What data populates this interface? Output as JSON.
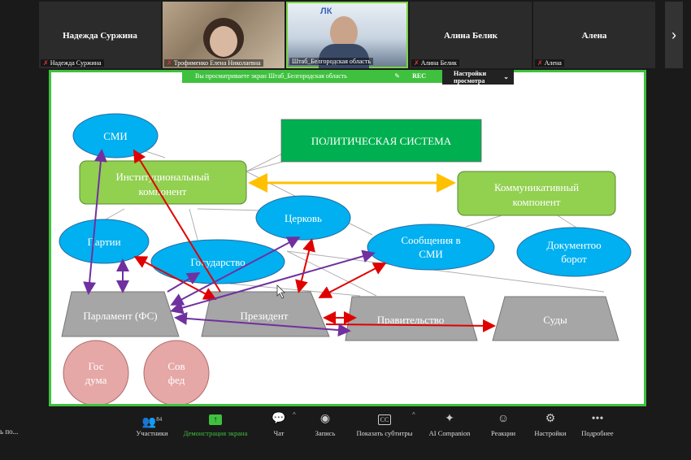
{
  "participants": [
    {
      "big_name": "Надежда Суржина",
      "caption": "Надежда Суржина"
    },
    {
      "big_name": "",
      "caption": "Трофименко Елена Николаевна"
    },
    {
      "big_name": "",
      "caption": "Штаб_Белгородская область"
    },
    {
      "big_name": "Алина Белик",
      "caption": "Алина Белик"
    },
    {
      "big_name": "Алена",
      "caption": "Алена"
    }
  ],
  "share_banner": {
    "text": "Вы просматриваете экран  Штаб_Белгородская область",
    "rec": "REC"
  },
  "view_options": "Настройки просмотра",
  "diagram": {
    "title": "ПОЛИТИЧЕСКАЯ СИСТЕМА",
    "institutional": "Институциональный компонент",
    "communicative": "Коммуникативный компонент",
    "smi": "СМИ",
    "church": "Церковь",
    "parties": "Партии",
    "state": "Государство",
    "messages": "Сообщения в СМИ",
    "docflow": "Документоо борот",
    "parliament": "Парламент (ФС)",
    "president": "Президент",
    "government": "Правительство",
    "courts": "Суды",
    "gosduma": "Гос дума",
    "sovfed": "Сов фед"
  },
  "toolbar": {
    "participants_count": "84",
    "participants": "Участники",
    "share": "Демонстрация экрана",
    "chat": "Чат",
    "record": "Запись",
    "subtitles": "Показать субтитры",
    "ai": "AI Companion",
    "reactions": "Реакции",
    "settings": "Настройки",
    "more": "Подробнее",
    "cut_left": "ь по..."
  },
  "colors": {
    "green_box": "#92d050",
    "title_box": "#00b050",
    "ellipse": "#00b0f0",
    "trapezoid": "#a6a6a6",
    "pink": "#e6a7a7",
    "red_arrow": "#e00000",
    "purple_arrow": "#7030a0",
    "gold_arrow": "#ffc000",
    "share_green": "#3fc13f"
  }
}
